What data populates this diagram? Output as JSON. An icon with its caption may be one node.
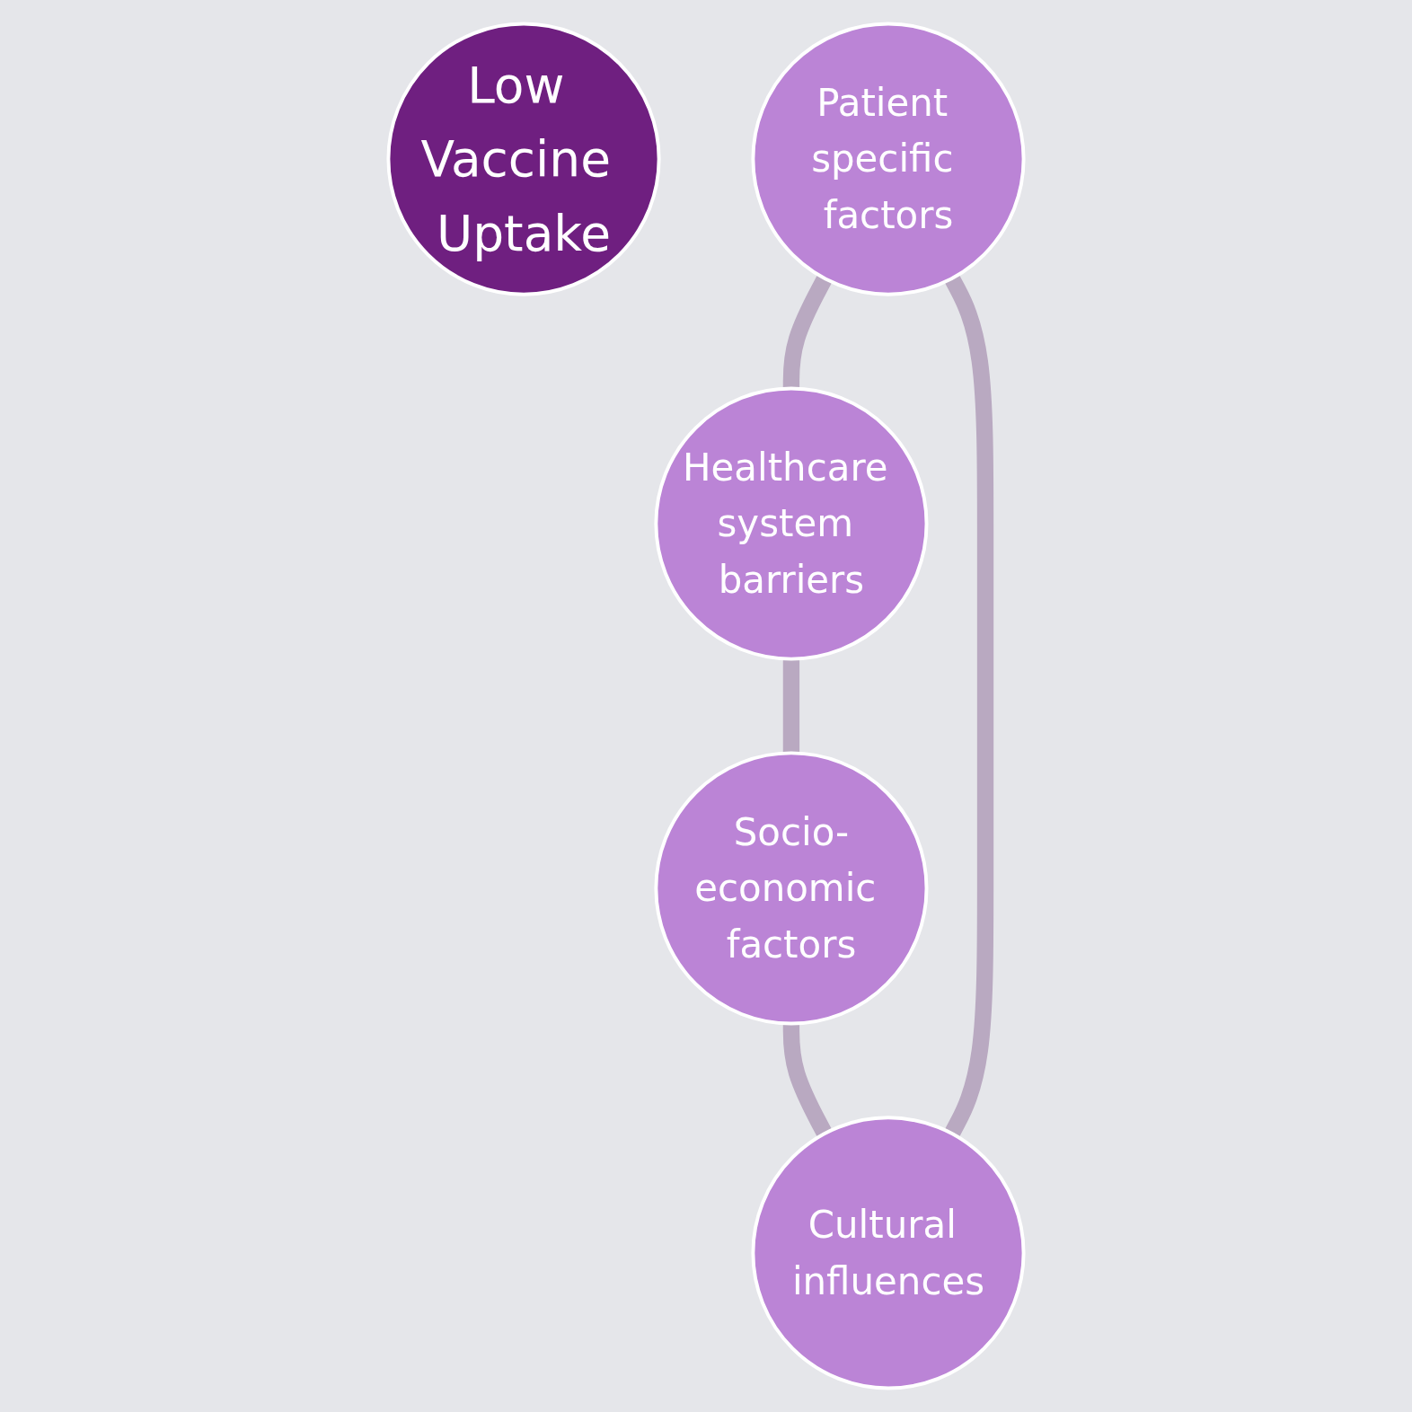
{
  "diagram": {
    "nodes": [
      {
        "text": [
          "Low Vaccine Uptake"
        ]
      },
      {
        "text": [
          "Patient specific factors"
        ]
      },
      {
        "text": [
          "Healthcare system barriers"
        ]
      },
      {
        "text": [
          "Socio-economic factors"
        ]
      },
      {
        "text": [
          "Cultural influences"
        ]
      }
    ],
    "edges": [
      {
        "from": 1,
        "to": 2,
        "arrow": "none"
      },
      {
        "from": 2,
        "to": 3,
        "arrow": "none"
      },
      {
        "from": 3,
        "to": 4,
        "arrow": "none"
      },
      {
        "from": 4,
        "to": 1,
        "arrow": "none"
      }
    ]
  }
}
